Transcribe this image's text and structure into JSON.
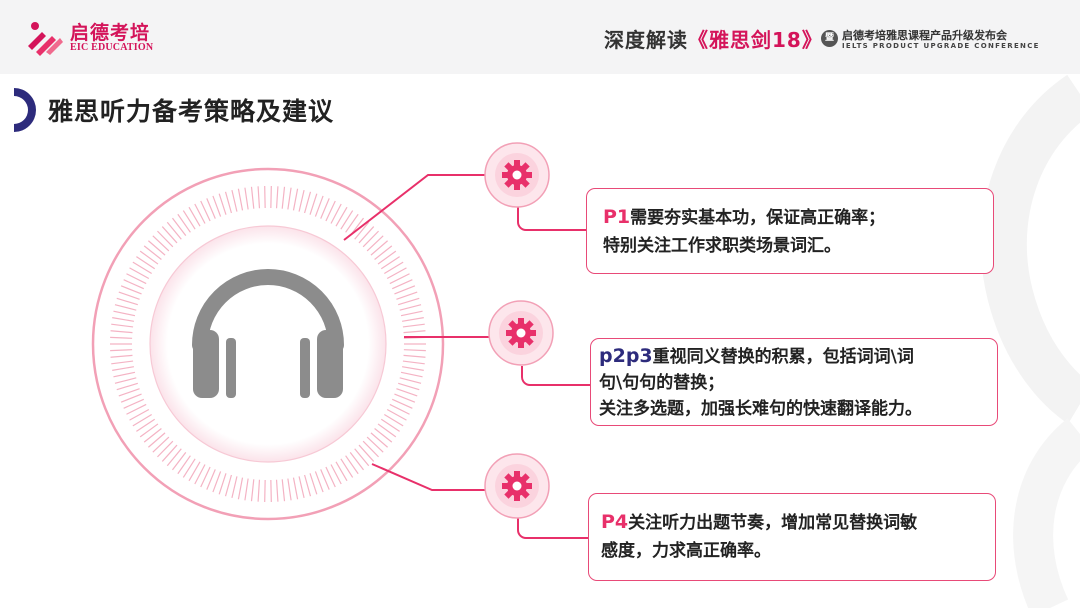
{
  "brand": {
    "logo_icon": "eic-logo-icon",
    "name_cn": "启德考培",
    "name_en": "EIC EDUCATION",
    "color": "#d4145a"
  },
  "conference": {
    "prefix": "深度解读",
    "highlight": "《雅思剑18》",
    "badge": "暨",
    "subtitle": "启德考培雅思课程产品升级发布会",
    "subtitle_en": "IELTS PRODUCT UPGRADE CONFERENCE"
  },
  "section": {
    "title": "雅思听力备考策略及建议"
  },
  "center_icon": "headphones-icon",
  "items": [
    {
      "icon": "gear-icon",
      "tag": "P1",
      "lines": [
        "需要夯实基本功，保证高正确率；",
        "特别关注工作求职类场景词汇。"
      ]
    },
    {
      "icon": "gear-icon",
      "tag": "p2p3",
      "lines": [
        "重视同义替换的积累，包括词词\\词",
        "句\\句句的替换；",
        "关注多选题，加强长难句的快速翻译能力。"
      ]
    },
    {
      "icon": "gear-icon",
      "tag": "P4",
      "lines": [
        "关注听力出题节奏，增加常见替换词敏",
        "感度，力求高正确率。"
      ]
    }
  ],
  "colors": {
    "accent": "#e8306a",
    "navy": "#2d2b7c",
    "ring": "#f0a3b8"
  }
}
